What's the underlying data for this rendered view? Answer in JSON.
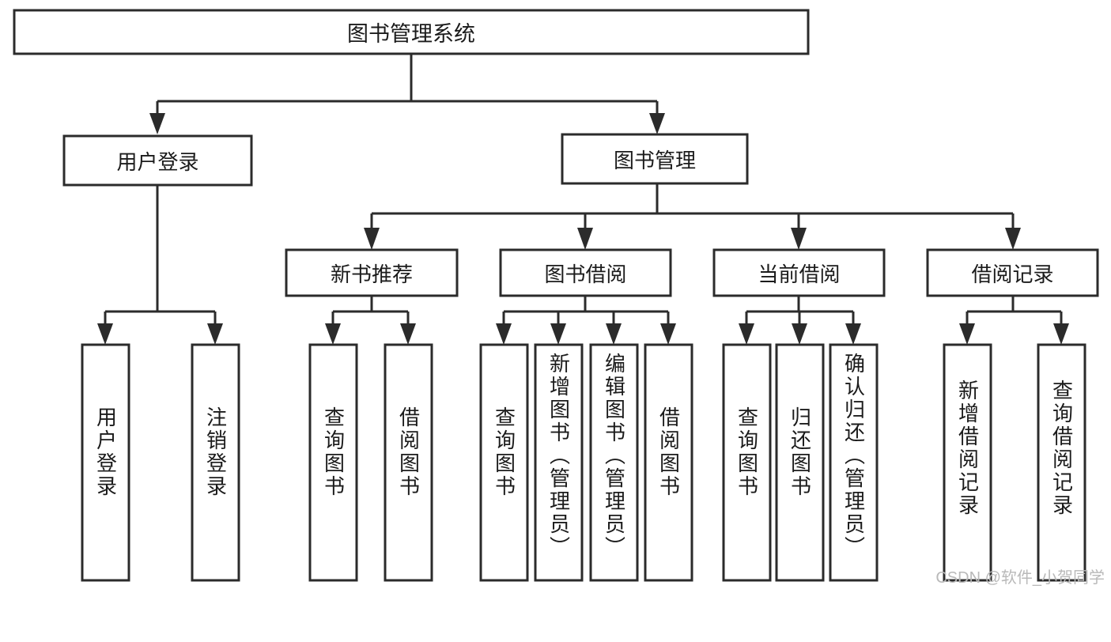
{
  "diagram": {
    "type": "tree",
    "title": "图书管理系统",
    "root": {
      "id": "root",
      "label": "图书管理系统"
    },
    "level1": [
      {
        "id": "user-login",
        "label": "用户登录"
      },
      {
        "id": "book-management",
        "label": "图书管理"
      }
    ],
    "level2": [
      {
        "id": "new-book-recommend",
        "label": "新书推荐",
        "parent": "book-management"
      },
      {
        "id": "book-borrow",
        "label": "图书借阅",
        "parent": "book-management"
      },
      {
        "id": "current-borrow",
        "label": "当前借阅",
        "parent": "book-management"
      },
      {
        "id": "borrow-record",
        "label": "借阅记录",
        "parent": "book-management"
      }
    ],
    "leaves": [
      {
        "id": "leaf-user-login",
        "label": "用户登录",
        "parent": "user-login"
      },
      {
        "id": "leaf-user-logout",
        "label": "注销登录",
        "parent": "user-login"
      },
      {
        "id": "leaf-query-book-rec",
        "label": "查询图书",
        "parent": "new-book-recommend"
      },
      {
        "id": "leaf-borrow-book-rec",
        "label": "借阅图书",
        "parent": "new-book-recommend"
      },
      {
        "id": "leaf-query-book-borrow",
        "label": "查询图书",
        "parent": "book-borrow"
      },
      {
        "id": "leaf-add-book",
        "label": "新增图书（管理员）",
        "parent": "book-borrow"
      },
      {
        "id": "leaf-edit-book",
        "label": "编辑图书（管理员）",
        "parent": "book-borrow"
      },
      {
        "id": "leaf-borrow-book",
        "label": "借阅图书",
        "parent": "book-borrow"
      },
      {
        "id": "leaf-query-book-current",
        "label": "查询图书",
        "parent": "current-borrow"
      },
      {
        "id": "leaf-return-book",
        "label": "归还图书",
        "parent": "current-borrow"
      },
      {
        "id": "leaf-confirm-return",
        "label": "确认归还（管理员）",
        "parent": "current-borrow"
      },
      {
        "id": "leaf-add-record",
        "label": "新增借阅记录",
        "parent": "borrow-record"
      },
      {
        "id": "leaf-query-record",
        "label": "查询借阅记录",
        "parent": "borrow-record"
      }
    ]
  },
  "watermark": {
    "text": "CSDN @软件_小贺同学"
  },
  "colors": {
    "stroke": "#2b2b2b",
    "fill": "#ffffff",
    "text": "#1b1b1b",
    "watermark": "#b9b9b9"
  }
}
